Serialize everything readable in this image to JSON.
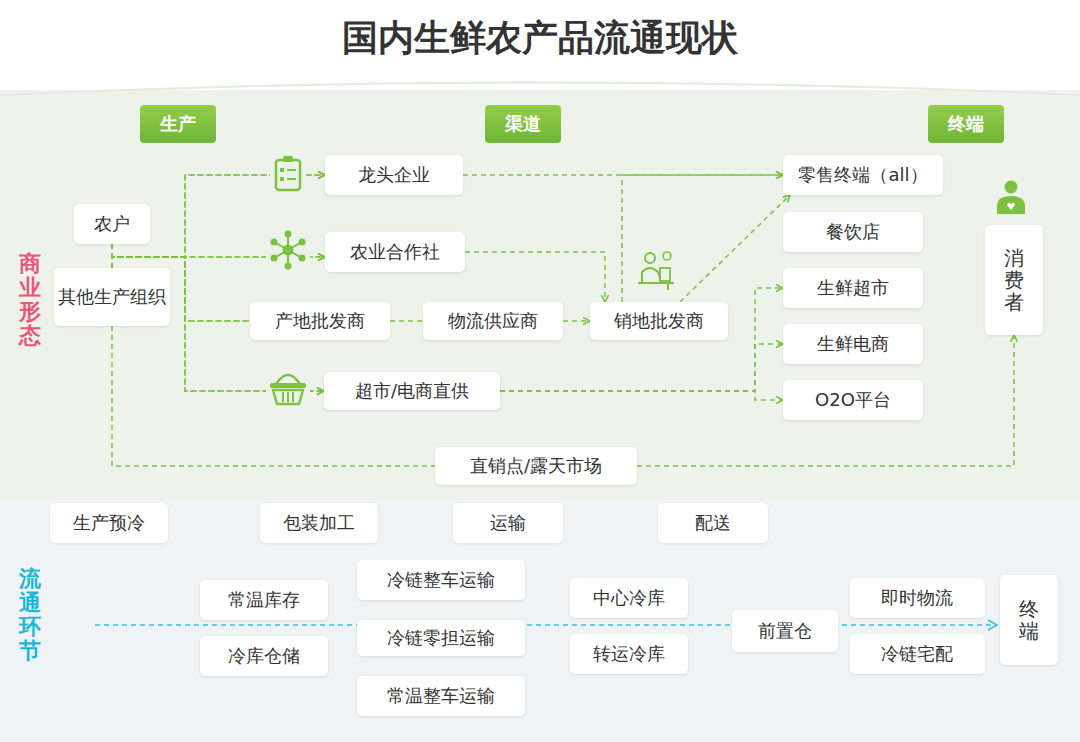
{
  "diagram": {
    "title": "国内生鲜农产品流通现状",
    "nodes": [
      {
        "text": [
          "生产"
        ]
      },
      {
        "text": [
          "渠道"
        ]
      },
      {
        "text": [
          "终端"
        ]
      },
      {
        "text": [
          "农户"
        ]
      },
      {
        "text": [
          "龙头企业"
        ]
      },
      {
        "text": [
          "零售终端（all）"
        ]
      },
      {
        "text": [
          "消费者"
        ]
      },
      {
        "text": [
          "餐饮店"
        ]
      },
      {
        "text": [
          "农业合作社"
        ]
      },
      {
        "text": [
          "其他生产组织"
        ]
      },
      {
        "text": [
          "产地批发商"
        ]
      },
      {
        "text": [
          "物流供应商"
        ]
      },
      {
        "text": [
          "销地批发商"
        ]
      },
      {
        "text": [
          "生鲜超市"
        ]
      },
      {
        "text": [
          "生鲜电商"
        ]
      },
      {
        "text": [
          "超市/电商直供"
        ]
      },
      {
        "text": [
          "O2O平台"
        ]
      },
      {
        "text": [
          "直销点/露天市场"
        ]
      },
      {
        "text": [
          "生产预冷"
        ]
      },
      {
        "text": [
          "包装加工"
        ]
      },
      {
        "text": [
          "运输"
        ]
      },
      {
        "text": [
          "配送"
        ]
      },
      {
        "text": [
          "常温库存"
        ]
      },
      {
        "text": [
          "冷链整车运输"
        ]
      },
      {
        "text": [
          "中心冷库"
        ]
      },
      {
        "text": [
          "即时物流"
        ]
      },
      {
        "text": [
          "终端"
        ]
      },
      {
        "text": [
          "冷库仓储"
        ]
      },
      {
        "text": [
          "冷链零担运输"
        ]
      },
      {
        "text": [
          "前置仓"
        ]
      },
      {
        "text": [
          "转运冷库"
        ]
      },
      {
        "text": [
          "冷链宅配"
        ]
      },
      {
        "text": [
          "常温整车运输"
        ]
      }
    ],
    "edges": [
      {
        "from": 3,
        "to": 4,
        "arrow": "to"
      },
      {
        "from": 3,
        "to": 8,
        "arrow": "to"
      },
      {
        "from": 3,
        "to": 10,
        "arrow": "none"
      },
      {
        "from": 3,
        "to": 15,
        "arrow": "to"
      },
      {
        "from": 9,
        "to": 4,
        "arrow": "to"
      },
      {
        "from": 9,
        "to": 8,
        "arrow": "to"
      },
      {
        "from": 9,
        "to": 10,
        "arrow": "none"
      },
      {
        "from": 9,
        "to": 15,
        "arrow": "to"
      },
      {
        "from": 9,
        "to": 17,
        "arrow": "none"
      },
      {
        "from": 17,
        "to": 6,
        "arrow": "to"
      },
      {
        "from": 4,
        "to": 5,
        "arrow": "to"
      },
      {
        "from": 8,
        "to": 12,
        "arrow": "to"
      },
      {
        "from": 10,
        "to": 11,
        "arrow": "none"
      },
      {
        "from": 11,
        "to": 12,
        "arrow": "to"
      },
      {
        "from": 12,
        "to": 5,
        "arrow": "to"
      },
      {
        "from": 12,
        "to": 5,
        "arrow": "to"
      },
      {
        "from": 15,
        "to": 13,
        "arrow": "to"
      },
      {
        "from": 15,
        "to": 14,
        "arrow": "to"
      },
      {
        "from": 15,
        "to": 16,
        "arrow": "to"
      }
    ],
    "labels": [
      "商业形态",
      "流通环节"
    ]
  }
}
